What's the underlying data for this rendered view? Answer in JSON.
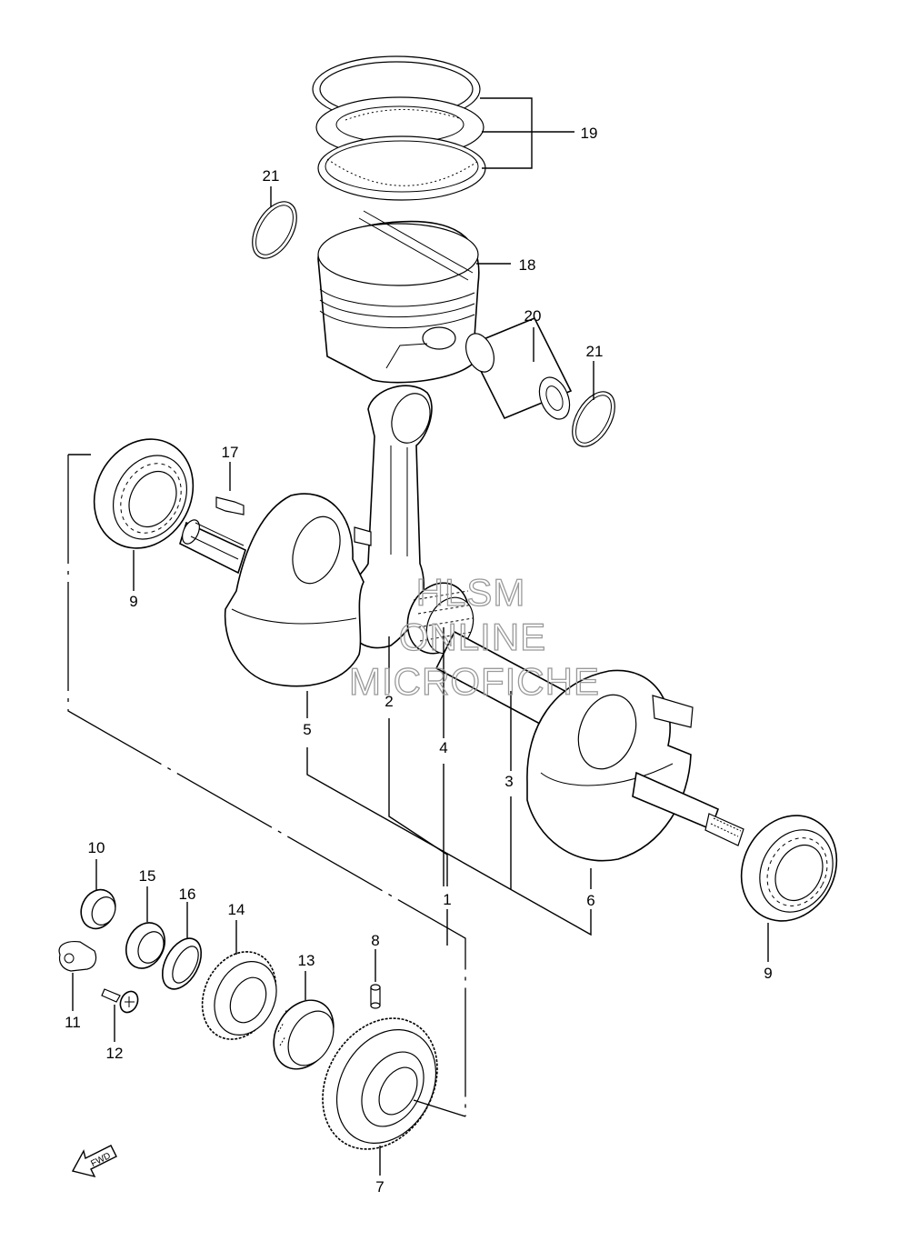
{
  "labels": {
    "p1": "1",
    "p2": "2",
    "p3": "3",
    "p4": "4",
    "p5": "5",
    "p6": "6",
    "p7": "7",
    "p8": "8",
    "p9a": "9",
    "p9b": "9",
    "p10": "10",
    "p11": "11",
    "p12": "12",
    "p13": "13",
    "p14": "14",
    "p15": "15",
    "p16": "16",
    "p17": "17",
    "p18": "18",
    "p19": "19",
    "p20": "20",
    "p21a": "21",
    "p21b": "21"
  },
  "watermark": {
    "line1": "HLSM",
    "line2": "ONLINE",
    "line3": "MICROFICHE"
  },
  "fwd": "FWD",
  "colors": {
    "line": "#000000",
    "watermark": "#9a9a9a",
    "background": "#ffffff"
  }
}
